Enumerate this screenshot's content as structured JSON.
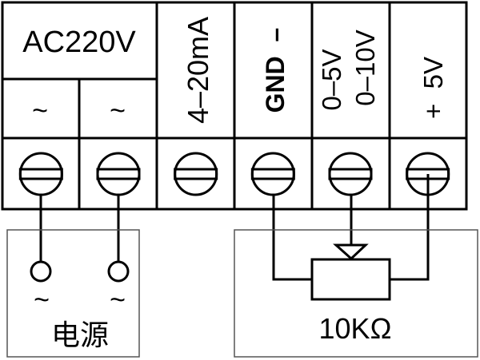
{
  "diagram": {
    "type": "wiring-diagram",
    "terminal_block": {
      "group_label": "AC220V",
      "terminals": [
        {
          "id": "ac1",
          "label": "~",
          "group": "AC220V",
          "wired_to": "power-ac1"
        },
        {
          "id": "ac2",
          "label": "~",
          "group": "AC220V",
          "wired_to": "power-ac2"
        },
        {
          "id": "current",
          "label": "4–20mA",
          "wired_to": null
        },
        {
          "id": "gnd",
          "label": "GND  –",
          "wired_to": "potentiometer-left"
        },
        {
          "id": "signal",
          "label_lines": [
            "0–5V",
            "0–10V"
          ],
          "wired_to": "potentiometer-wiper"
        },
        {
          "id": "vplus",
          "label": "+  5V",
          "wired_to": "potentiometer-right"
        }
      ]
    },
    "power_source": {
      "label": "电源",
      "terminal_symbols": [
        "~",
        "~"
      ]
    },
    "potentiometer": {
      "label": "10KΩ"
    },
    "colors": {
      "stroke": "#000000",
      "box_stroke": "#555555",
      "background": "#ffffff"
    }
  }
}
